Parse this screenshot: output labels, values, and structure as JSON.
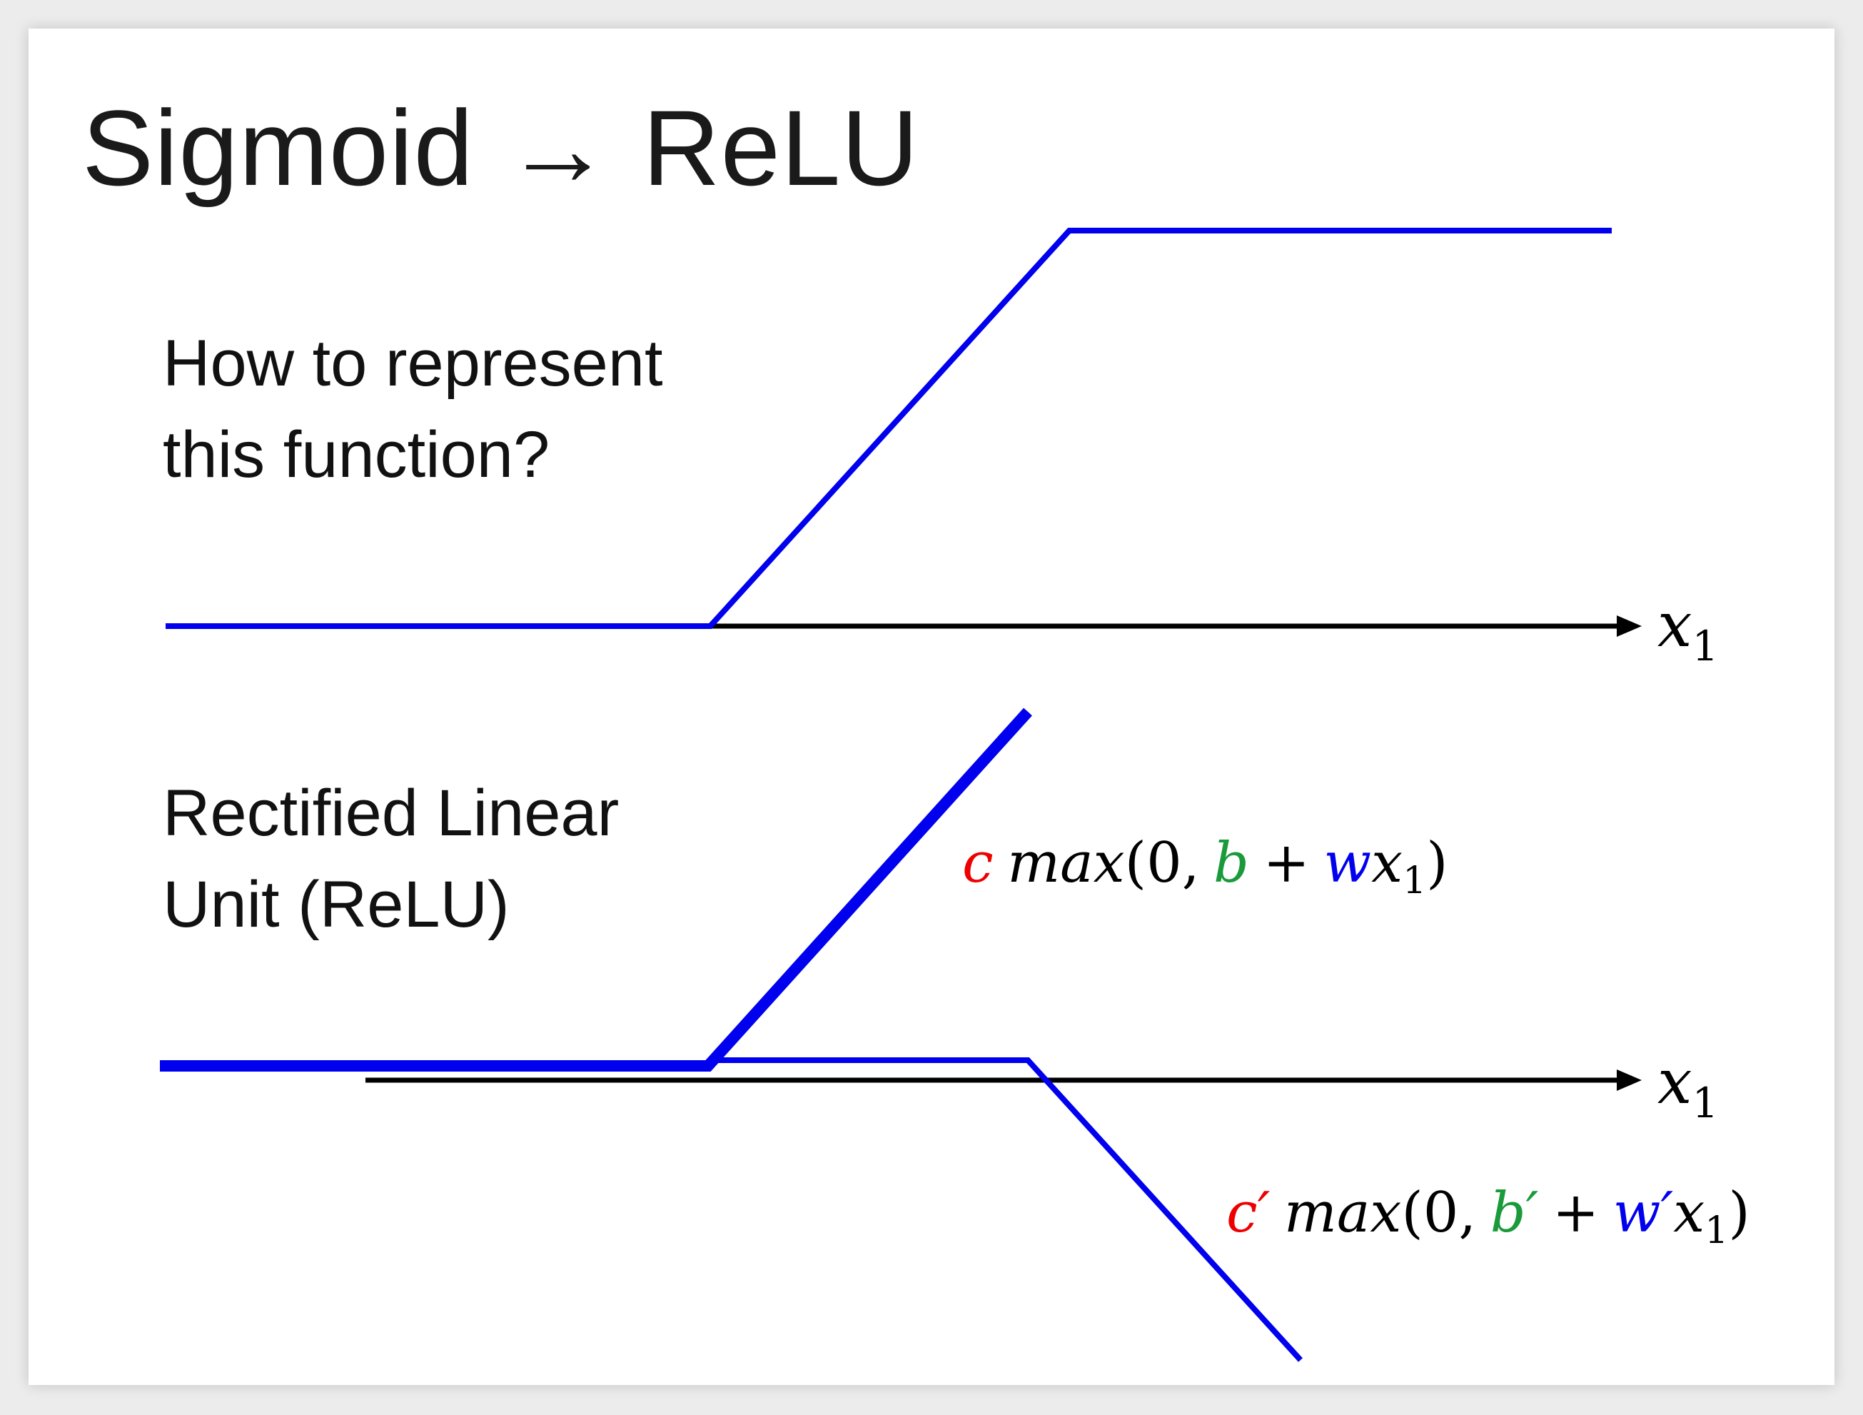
{
  "title": "Sigmoid → ReLU",
  "question": {
    "line1": "How to represent",
    "line2": "this function?"
  },
  "relu_label": {
    "line1": "Rectified Linear",
    "line2": "Unit (ReLU)"
  },
  "axis_label": {
    "var": "x",
    "sub": "1"
  },
  "formula1": {
    "c": "c",
    "max": "max",
    "open": "(0,",
    "b": "b",
    "plus": "+",
    "w": "w",
    "x": "x",
    "sub": "1",
    "close": ")"
  },
  "formula2": {
    "c": "c′",
    "max": "max",
    "open": "(0,",
    "b": "b′",
    "plus": "+",
    "w": "w′",
    "x": "x",
    "sub": "1",
    "close": ")"
  },
  "colors": {
    "curve": "#0000ee",
    "axis": "#000000",
    "c": "#ee0000",
    "b": "#1a9a3a",
    "w": "#0000ee",
    "text": "#111111"
  }
}
